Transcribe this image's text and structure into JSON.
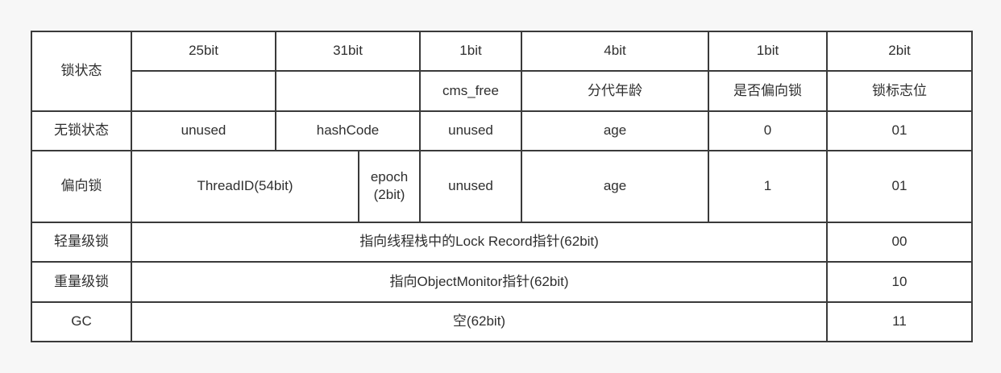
{
  "table": {
    "title_column_header": "锁状态",
    "bit_widths": [
      "25bit",
      "31bit",
      "1bit",
      "4bit",
      "1bit",
      "2bit"
    ],
    "field_names": [
      "",
      "",
      "cms_free",
      "分代年龄",
      "是否偏向锁",
      "锁标志位"
    ],
    "rows": [
      {
        "state": "无锁状态",
        "layout": "six",
        "cells": [
          "unused",
          "hashCode",
          "unused",
          "age",
          "0",
          "01"
        ]
      },
      {
        "state": "偏向锁",
        "layout": "biased",
        "cells": [
          "ThreadID(54bit)",
          "epoch\n(2bit)",
          "unused",
          "age",
          "1",
          "01"
        ]
      },
      {
        "state": "轻量级锁",
        "layout": "span",
        "cells": [
          "指向线程栈中的Lock Record指针(62bit)",
          "00"
        ]
      },
      {
        "state": "重量级锁",
        "layout": "span",
        "cells": [
          "指向ObjectMonitor指针(62bit)",
          "10"
        ]
      },
      {
        "state": "GC",
        "layout": "span",
        "cells": [
          "空(62bit)",
          "11"
        ]
      }
    ]
  },
  "colors": {
    "border": "#3a3a3a",
    "text": "#2f2f2f",
    "cell_background": "#ffffff",
    "page_background": "#f7f7f7"
  }
}
